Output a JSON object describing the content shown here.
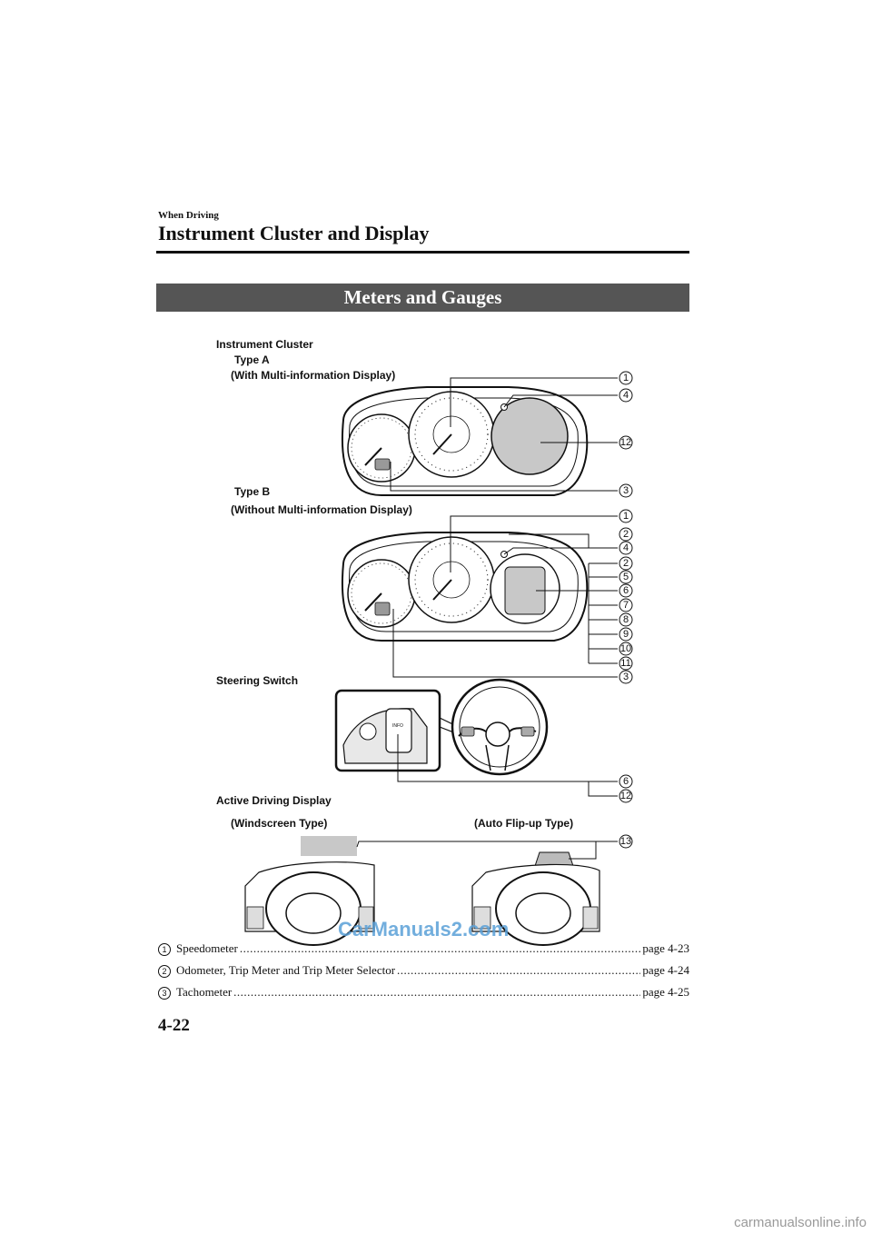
{
  "header": {
    "section": "When Driving",
    "chapter": "Instrument Cluster and Display"
  },
  "banner": "Meters and Gauges",
  "diagram": {
    "instrument_cluster": "Instrument Cluster",
    "type_a": "Type A",
    "type_a_desc": "(With Multi-information Display)",
    "type_b": "Type B",
    "type_b_desc": "(Without Multi-information Display)",
    "steering_switch": "Steering Switch",
    "active_driving_display": "Active Driving Display",
    "windscreen_type": "(Windscreen Type)",
    "auto_flipup_type": "(Auto Flip-up Type)",
    "switch_info": "INFO",
    "callouts_a": [
      "1",
      "4",
      "12",
      "3"
    ],
    "callouts_b": [
      "1",
      "2",
      "4",
      "2",
      "5",
      "6",
      "7",
      "8",
      "9",
      "10",
      "11",
      "3"
    ],
    "callouts_switch": [
      "6",
      "12"
    ],
    "callouts_add": [
      "13"
    ]
  },
  "items": [
    {
      "num": "1",
      "label": "Speedometer",
      "page": "page 4-23"
    },
    {
      "num": "2",
      "label": "Odometer, Trip Meter and Trip Meter Selector",
      "page": "page 4-24"
    },
    {
      "num": "3",
      "label": "Tachometer",
      "page": "page 4-25"
    }
  ],
  "page_number": "4-22",
  "watermark": "CarManuals2.com",
  "footer_watermark": "carmanualsonline.info"
}
